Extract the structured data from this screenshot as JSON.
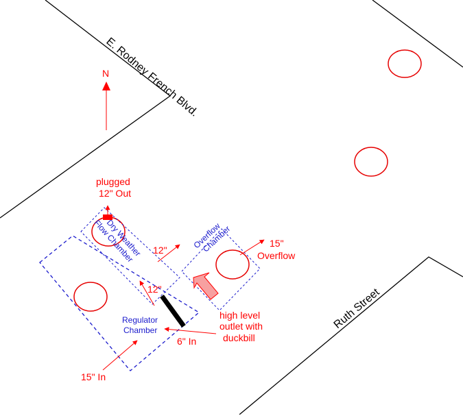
{
  "streets": {
    "rodney_french": "E. Rodney French Blvd.",
    "ruth": "Ruth Street"
  },
  "north_arrow": {
    "label": "N"
  },
  "labels": {
    "plugged_line1": "plugged",
    "plugged_line2": "12\" Out",
    "pipe_12_upper": "12\"",
    "pipe_12_lower": "12\"",
    "overflow_15_line1": "15\"",
    "overflow_15_line2": "Overflow",
    "in_15": "15\" In",
    "in_6": "6\" In",
    "outlet_line1": "high level",
    "outlet_line2": "outlet with",
    "outlet_line3": "duckbill"
  },
  "chambers": {
    "dry_weather_line1": "Dry Weather",
    "dry_weather_line2": "Flow Chamber",
    "overflow_line1": "Overflow",
    "overflow_line2": "Chamber",
    "regulator_line1": "Regulator",
    "regulator_line2": "Chamber"
  },
  "colors": {
    "annotation": "#ff0000",
    "chamber": "#1a1acc",
    "manhole": "#e60000",
    "curb": "#000000"
  }
}
